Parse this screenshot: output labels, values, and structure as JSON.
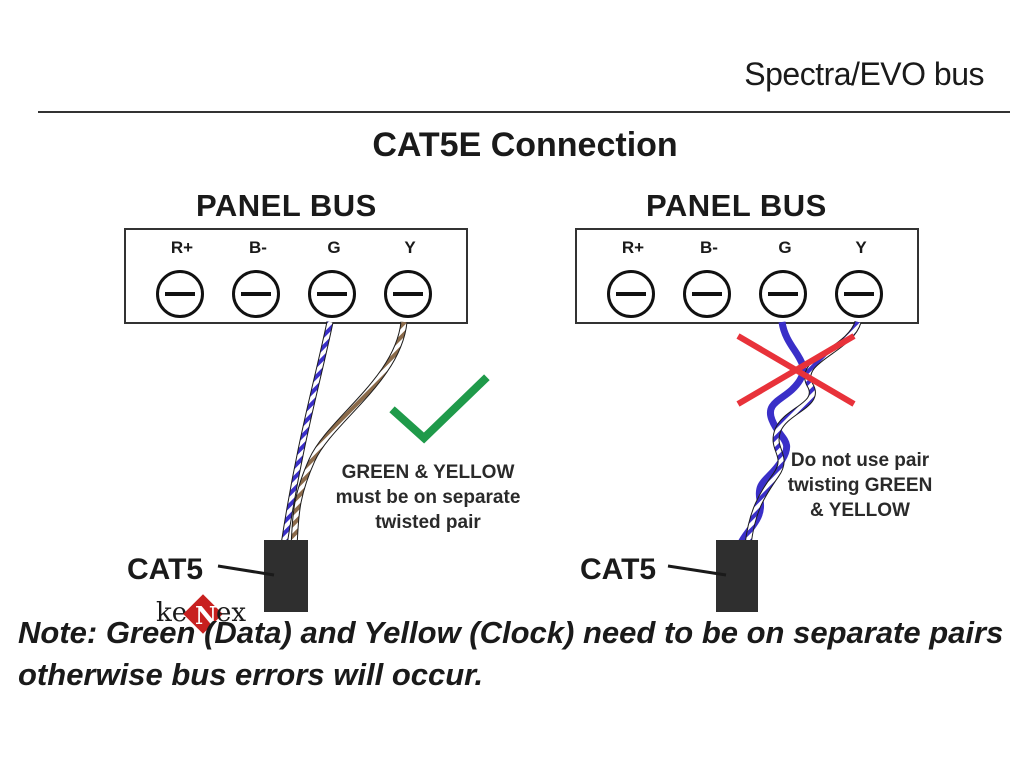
{
  "header": {
    "corner_label": "Spectra/EVO bus",
    "title": "CAT5E Connection"
  },
  "panels": [
    {
      "heading": "PANEL BUS",
      "terminals": [
        "R+",
        "B-",
        "G",
        "Y"
      ],
      "cable_label": "CAT5",
      "caption": "GREEN & YELLOW must be on separate twisted pair",
      "verdict": "correct",
      "verdict_icon": "checkmark-icon"
    },
    {
      "heading": "PANEL BUS",
      "terminals": [
        "R+",
        "B-",
        "G",
        "Y"
      ],
      "cable_label": "CAT5",
      "caption": "Do not use pair twisting GREEN & YELLOW",
      "verdict": "incorrect",
      "verdict_icon": "cross-icon"
    }
  ],
  "logo": {
    "part1": "ke",
    "badge": "N",
    "part2": "ex"
  },
  "note": "Note: Green (Data) and Yellow (Clock) need to be on separate pairs otherwise bus errors will occur.",
  "colors": {
    "green_wire": "#3a2fc8",
    "yellow_wire": "#8a6a4a",
    "check": "#1f9a4a",
    "cross": "#e8323a",
    "cable": "#2f2f2f"
  }
}
